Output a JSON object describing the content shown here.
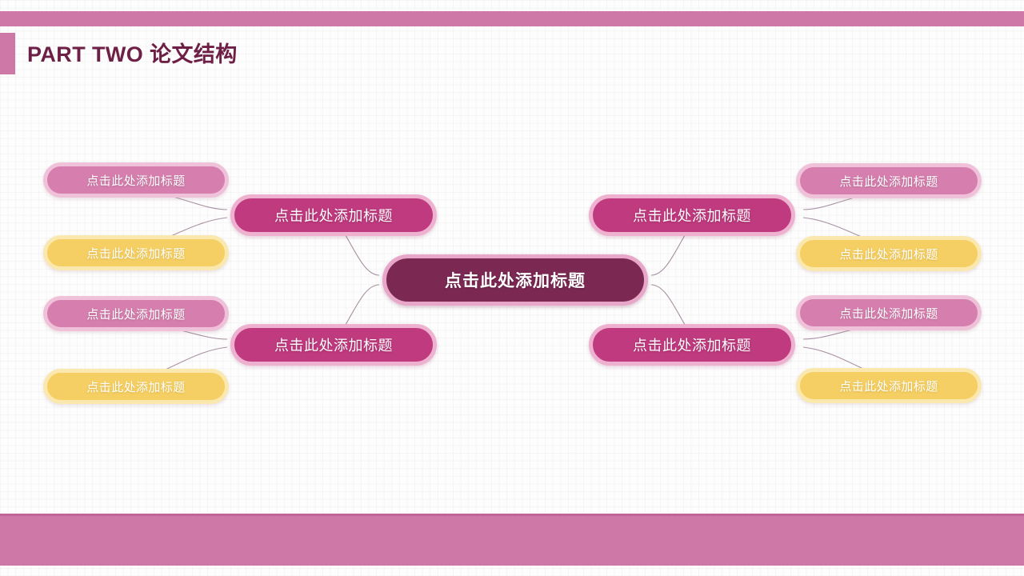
{
  "slide": {
    "title": "PART TWO 论文结构",
    "colors": {
      "bar": "#cd78a6",
      "bar_edge": "#c16498",
      "title_text": "#6e1f46",
      "center_node": "#7b2953",
      "center_border": "#e8a7c8",
      "level2_node": "#bf3a7e",
      "level2_border": "#eeb2d0",
      "leaf_pink": "#d67fae",
      "leaf_pink_border": "#f0c2da",
      "leaf_yellow": "#f5cf63",
      "leaf_yellow_border": "#fbe8ae",
      "connector_line": "#9a7f94",
      "background": "#fdfdfd"
    }
  },
  "diagram": {
    "center": {
      "label": "点击此处添加标题"
    },
    "branches": [
      {
        "id": "top-left",
        "label": "点击此处添加标题"
      },
      {
        "id": "bottom-left",
        "label": "点击此处添加标题"
      },
      {
        "id": "top-right",
        "label": "点击此处添加标题"
      },
      {
        "id": "bottom-right",
        "label": "点击此处添加标题"
      }
    ],
    "leaves_left": [
      {
        "id": "left-1",
        "label": "点击此处添加标题",
        "style": "pink"
      },
      {
        "id": "left-2",
        "label": "点击此处添加标题",
        "style": "yellow"
      },
      {
        "id": "left-3",
        "label": "点击此处添加标题",
        "style": "pink"
      },
      {
        "id": "left-4",
        "label": "点击此处添加标题",
        "style": "yellow"
      }
    ],
    "leaves_right": [
      {
        "id": "right-1",
        "label": "点击此处添加标题",
        "style": "pink"
      },
      {
        "id": "right-2",
        "label": "点击此处添加标题",
        "style": "yellow"
      },
      {
        "id": "right-3",
        "label": "点击此处添加标题",
        "style": "pink"
      },
      {
        "id": "right-4",
        "label": "点击此处添加标题",
        "style": "yellow"
      }
    ]
  }
}
